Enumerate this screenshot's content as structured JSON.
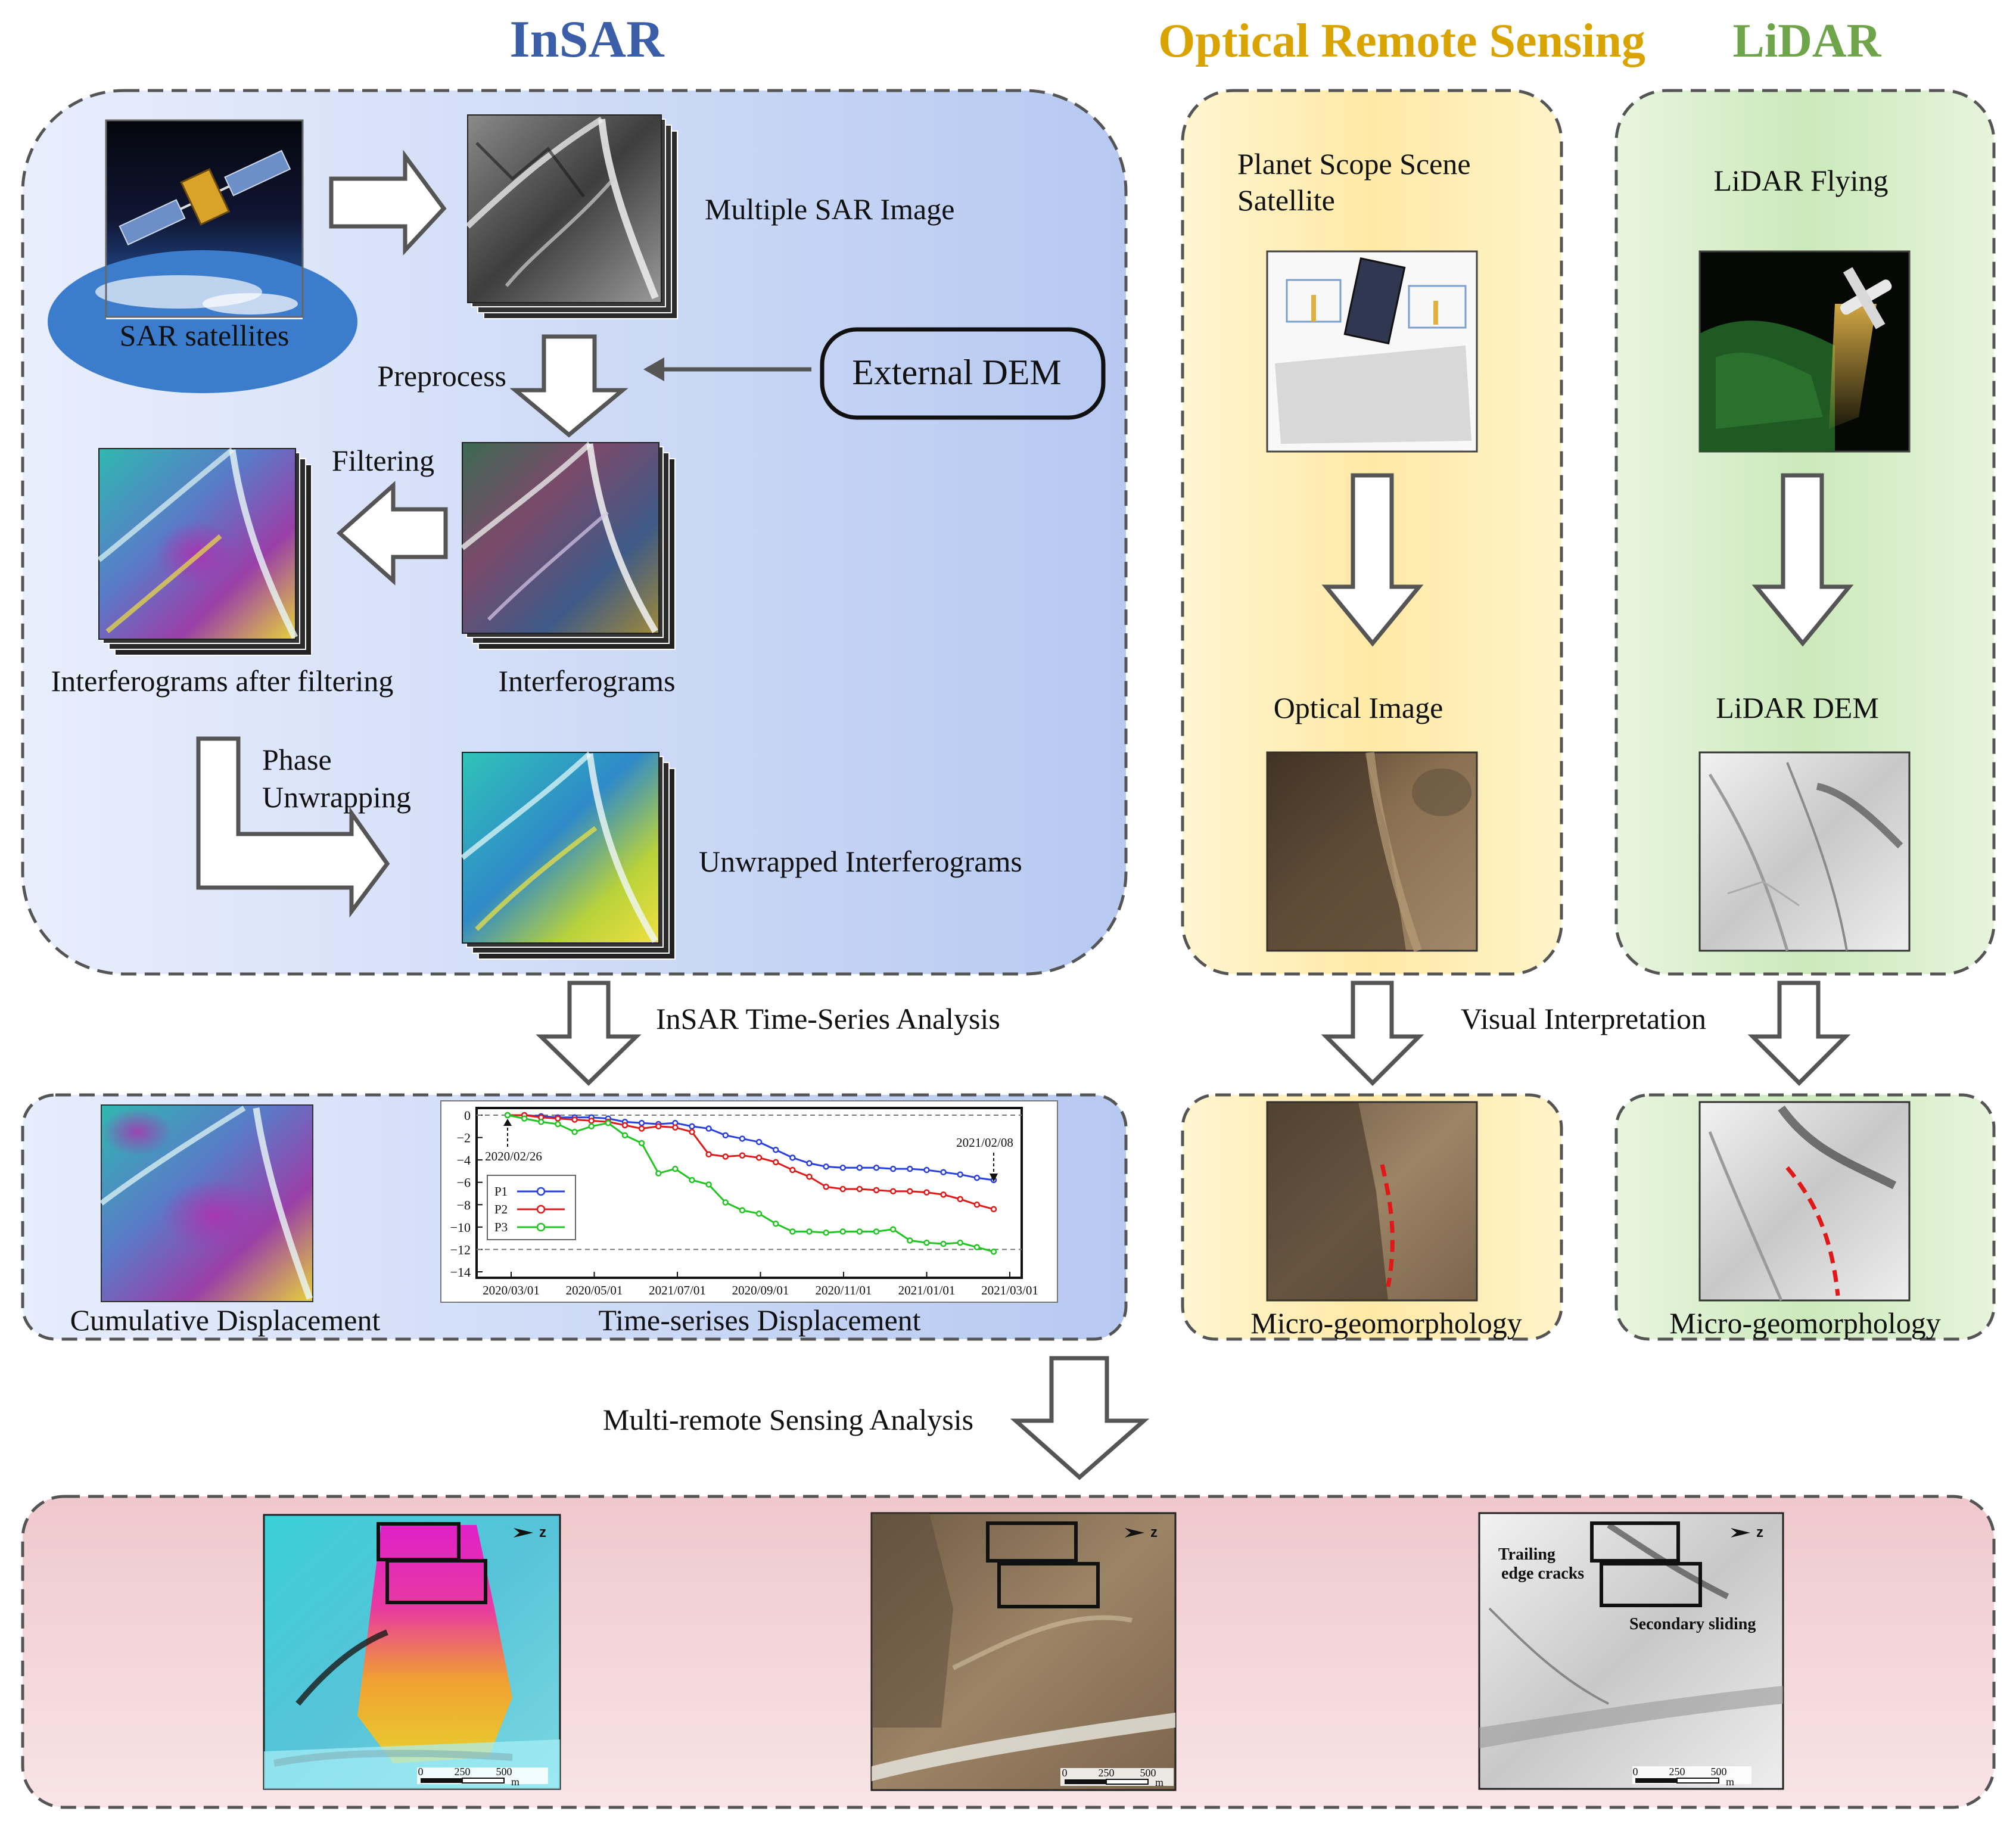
{
  "headers": {
    "insar": "InSAR",
    "optical": "Optical Remote Sensing",
    "lidar": "LiDAR"
  },
  "colors": {
    "insar_header": "#3a5fa8",
    "optical_header": "#d9a400",
    "lidar_header": "#6fa54a",
    "insar_bg": "#c8d6f4",
    "optical_bg": "#fbe8a0",
    "lidar_bg": "#d2ebc4",
    "result_bg": "#f2d2d5",
    "arrow_stroke": "#4a4a4a",
    "crack_red": "#e01818"
  },
  "insar": {
    "sar_satellites": "SAR satellites",
    "multiple_sar_image": "Multiple SAR Image",
    "preprocess": "Preprocess",
    "external_dem": "External DEM",
    "filtering": "Filtering",
    "interferograms_after_filtering": "Interferograms after filtering",
    "interferograms": "Interferograms",
    "phase": "Phase",
    "unwrapping": "Unwrapping",
    "unwrapped_interferograms": "Unwrapped Interferograms"
  },
  "optical": {
    "planet_line1": "Planet Scope Scene",
    "planet_line2": "Satellite",
    "optical_image": "Optical Image",
    "micro": "Micro-geomorphology"
  },
  "lidar": {
    "flying": "LiDAR Flying",
    "dem": "LiDAR DEM",
    "micro": "Micro-geomorphology"
  },
  "flow": {
    "time_series_analysis": "InSAR Time-Series Analysis",
    "visual_interpretation": "Visual Interpretation",
    "multi_remote": "Multi-remote Sensing Analysis"
  },
  "results": {
    "cumulative": "Cumulative Displacement",
    "time_series": "Time-serises Displacement"
  },
  "bottom": {
    "trailing_line1": "Trailing",
    "trailing_line2": "edge cracks",
    "secondary": "Secondary sliding",
    "scale": [
      "0",
      "250",
      "500"
    ],
    "scale_unit": "m",
    "north": "z"
  },
  "chart_data": {
    "type": "line",
    "x": [
      "2020/02/26",
      "2020/03/09",
      "2020/03/21",
      "2020/04/02",
      "2020/04/14",
      "2020/04/26",
      "2020/05/08",
      "2020/05/20",
      "2020/06/01",
      "2020/06/13",
      "2020/06/25",
      "2020/07/07",
      "2020/07/19",
      "2020/07/31",
      "2020/08/12",
      "2020/08/24",
      "2020/09/05",
      "2020/09/17",
      "2020/09/29",
      "2020/10/11",
      "2020/10/23",
      "2020/11/04",
      "2020/11/16",
      "2020/11/28",
      "2020/12/10",
      "2020/12/22",
      "2021/01/03",
      "2021/01/15",
      "2021/01/27",
      "2021/02/08"
    ],
    "series": [
      {
        "name": "P1",
        "color": "#2a3fe0",
        "marker": "circle",
        "values": [
          0,
          0,
          -0.1,
          -0.2,
          -0.2,
          -0.2,
          -0.3,
          -0.6,
          -0.7,
          -0.8,
          -0.7,
          -1.0,
          -1.2,
          -1.8,
          -2.1,
          -2.4,
          -3.1,
          -3.8,
          -4.3,
          -4.6,
          -4.7,
          -4.7,
          -4.7,
          -4.8,
          -4.8,
          -4.9,
          -5.1,
          -5.3,
          -5.6,
          -5.8
        ]
      },
      {
        "name": "P2",
        "color": "#e01818",
        "marker": "diamond",
        "values": [
          0,
          0,
          -0.2,
          -0.3,
          -0.4,
          -0.5,
          -0.6,
          -0.9,
          -1.2,
          -1.0,
          -1.1,
          -1.5,
          -3.5,
          -3.7,
          -3.6,
          -3.8,
          -4.2,
          -4.9,
          -5.5,
          -6.4,
          -6.6,
          -6.6,
          -6.7,
          -6.8,
          -6.8,
          -6.9,
          -7.1,
          -7.5,
          -8.0,
          -8.4
        ]
      },
      {
        "name": "P3",
        "color": "#22c422",
        "marker": "triangle",
        "values": [
          0,
          -0.3,
          -0.6,
          -0.8,
          -1.5,
          -1.0,
          -0.7,
          -1.8,
          -2.5,
          -5.2,
          -4.8,
          -5.8,
          -6.2,
          -7.8,
          -8.5,
          -8.8,
          -9.7,
          -10.4,
          -10.4,
          -10.5,
          -10.4,
          -10.4,
          -10.4,
          -10.2,
          -11.2,
          -11.4,
          -11.5,
          -11.4,
          -11.8,
          -12.2
        ]
      }
    ],
    "xtick_labels": [
      "2020/03/01",
      "2020/05/01",
      "2021/07/01",
      "2020/09/01",
      "2020/11/01",
      "2021/01/01",
      "2021/03/01"
    ],
    "ytick_labels": [
      "0",
      "−2",
      "−4",
      "−6",
      "−8",
      "−10",
      "−12",
      "−14"
    ],
    "ylim": [
      -14,
      0
    ],
    "annotations": [
      "2020/02/26",
      "2021/02/08"
    ],
    "legend_position": "left"
  }
}
